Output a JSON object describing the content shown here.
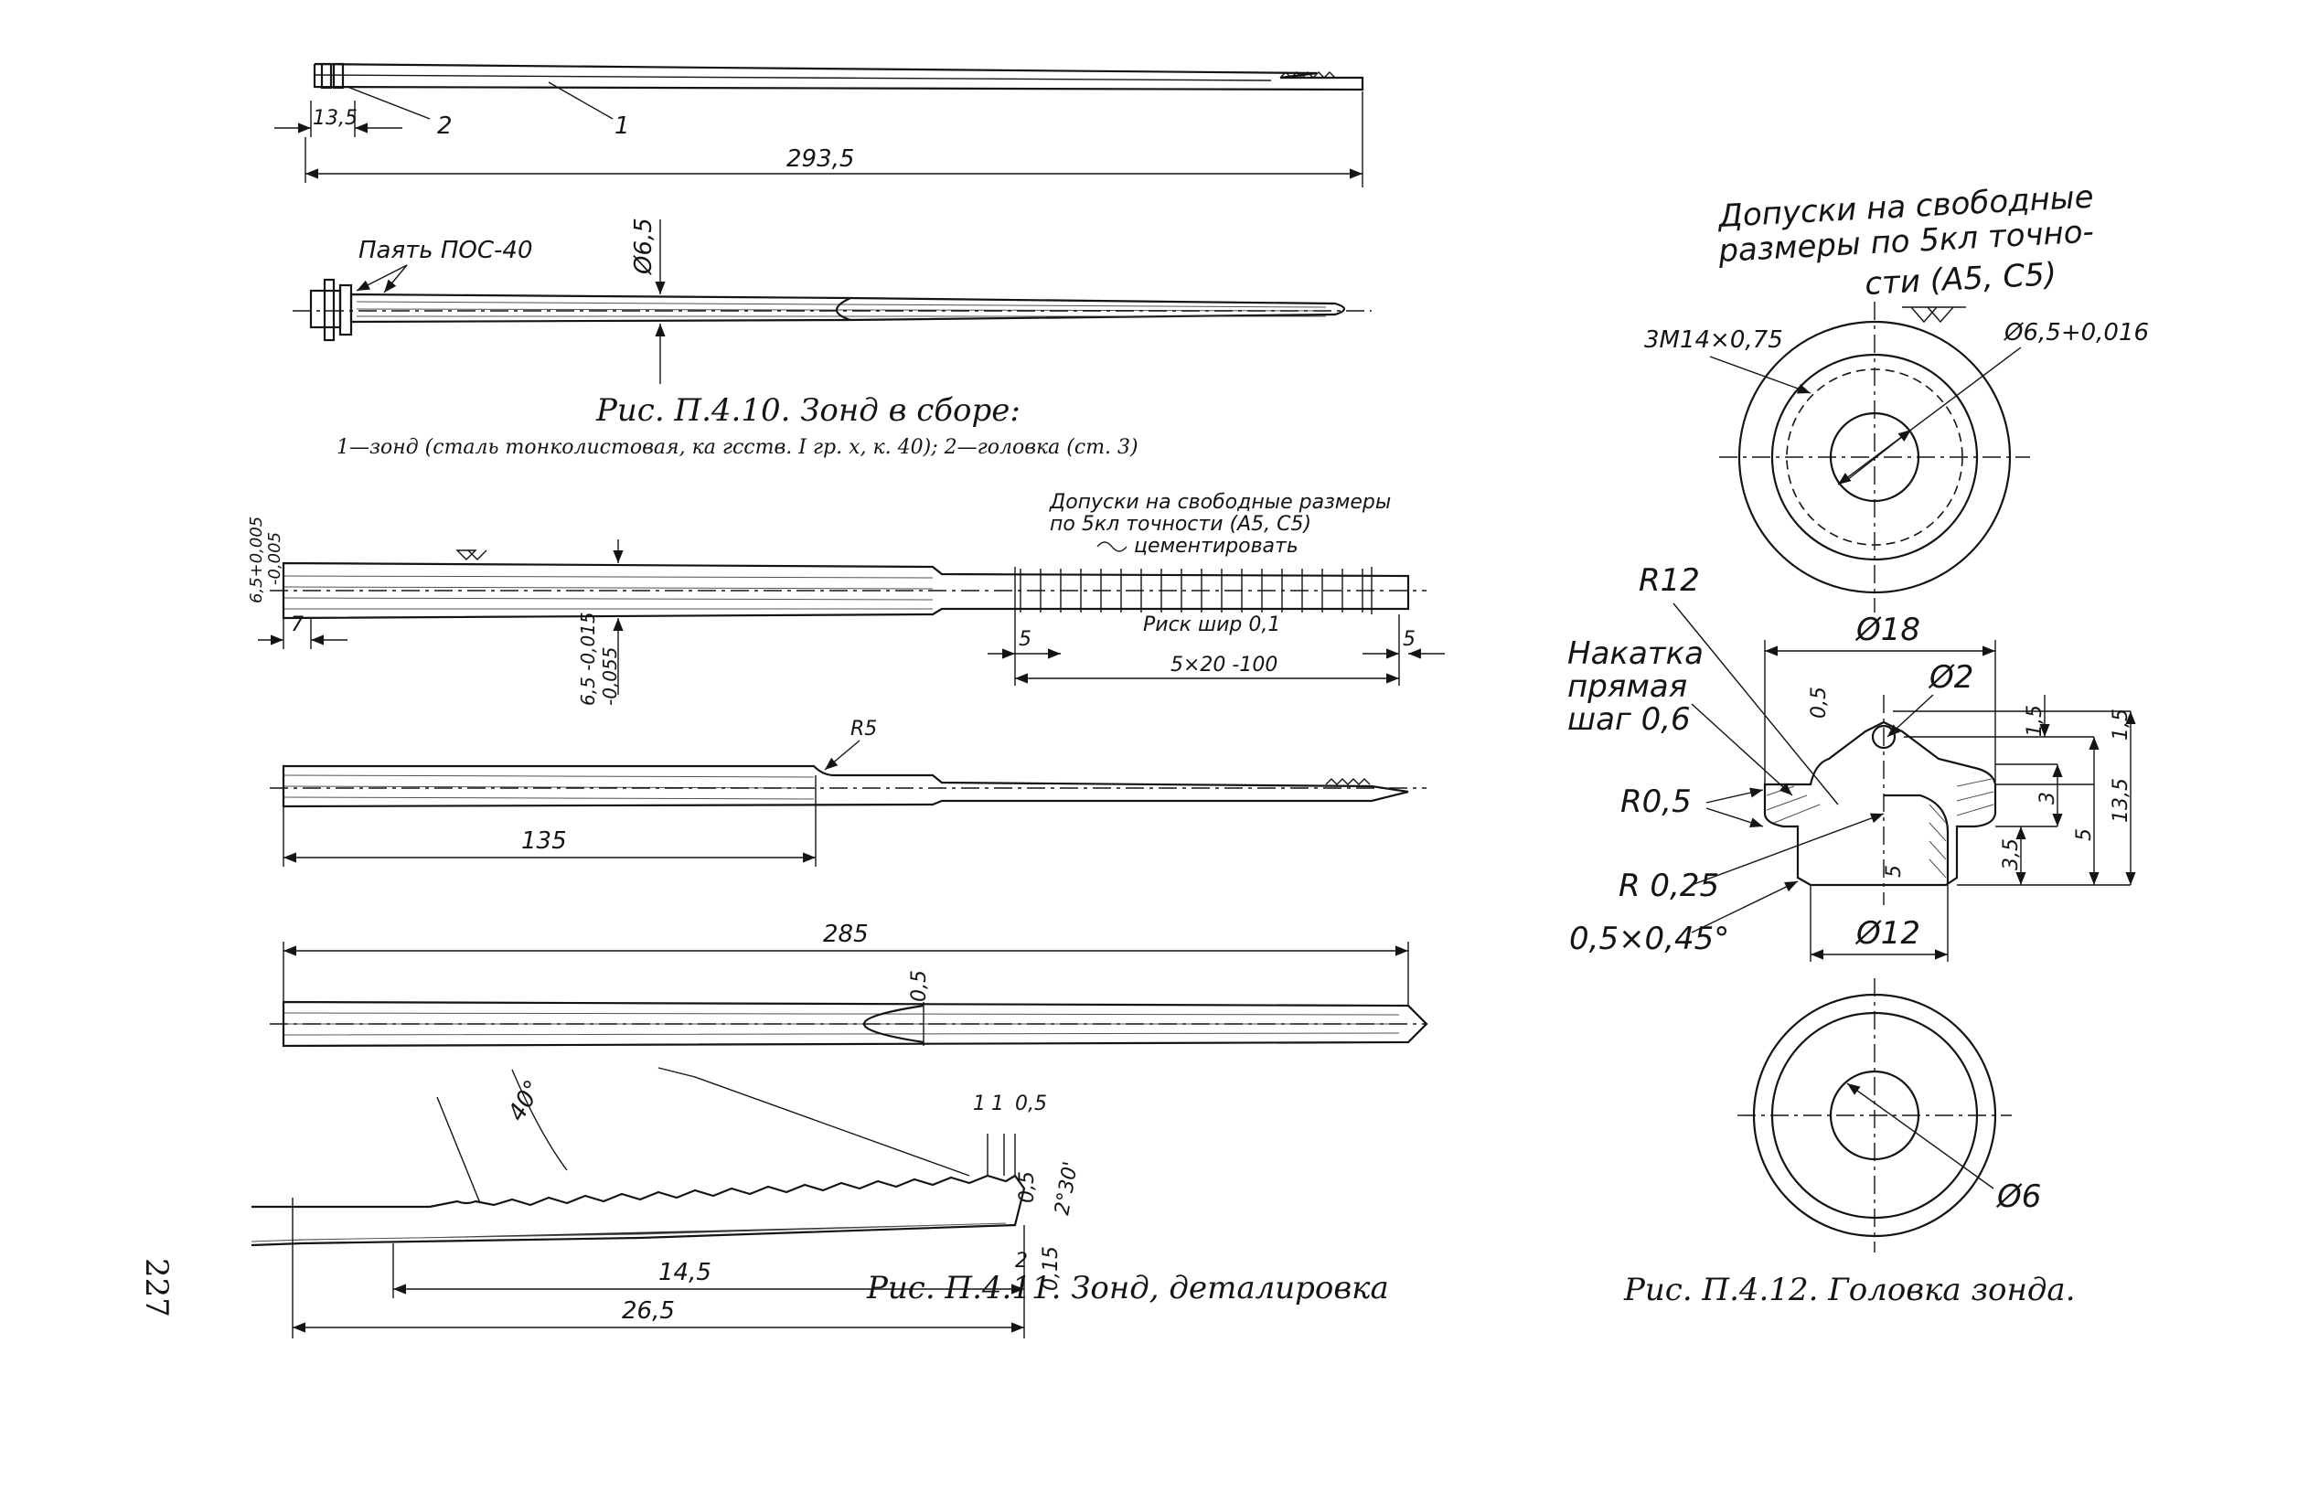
{
  "fig410": {
    "dim_13_5": "13,5",
    "dim_293_5": "293,5",
    "callout_1": "1",
    "callout_2": "2",
    "solder": "Паять ПОС-40",
    "dim_d6_5": "Ø6,5",
    "caption": "Рис. П.4.10. Зонд в сборе:",
    "legend": "1—зонд (сталь тонколистовая, ка гсств. I гр. х, к. 40); 2—головка (ст. 3)"
  },
  "fig411": {
    "tol_top": "6,5+0,005",
    "tol_top_b": "-0,005",
    "dim_7": "7",
    "dim_6_5_tol": "6,5 -0,015",
    "dim_6_5_tol_b": "-0,055",
    "note_line1": "Допуски на свободные размеры",
    "note_line2": "по 5кл точности (A5, C5)",
    "note_line3": "цементировать",
    "risk": "Риск шир 0,1",
    "dim_5a": "5",
    "dim_5b": "5",
    "dim_5x20": "5×20 -100",
    "r5": "R5",
    "dim_135": "135",
    "dim_285": "285",
    "dim_0_5": "0,5",
    "ang_40": "40°",
    "dim_1a": "1",
    "dim_1b": "1",
    "dim_0_5b": "0,5",
    "dim_0_5c": "0,5",
    "ang_2_30": "2°30'",
    "dim_2": "2",
    "dim_14_5": "14,5",
    "dim_0_15": "0,15",
    "dim_26_5": "26,5",
    "caption": "Рис. П.4.11. Зонд, деталировка",
    "page": "227"
  },
  "fig412": {
    "note_line1": "Допуски на свободные",
    "note_line2": "размеры по 5кл точно-",
    "note_line3": "сти (A5, C5)",
    "thread": "3M14×0,75",
    "bore": "Ø6,5+0,016",
    "r12": "R12",
    "knurl1": "Накатка",
    "knurl2": "прямая",
    "knurl3": "шаг 0,6",
    "d18": "Ø18",
    "d2": "Ø2",
    "dim_0_5": "0,5",
    "r0_5": "R0,5",
    "r0_25": "R 0,25",
    "chamfer": "0,5×0,45°",
    "d12": "Ø12",
    "v1_5": "1,5",
    "v3": "3",
    "v5": "5",
    "v5b": "5",
    "v3_5": "3,5",
    "v13_5": "13,5",
    "v1_5b": "1,5",
    "d6": "Ø6",
    "caption": "Рис. П.4.12. Головка зонда."
  }
}
